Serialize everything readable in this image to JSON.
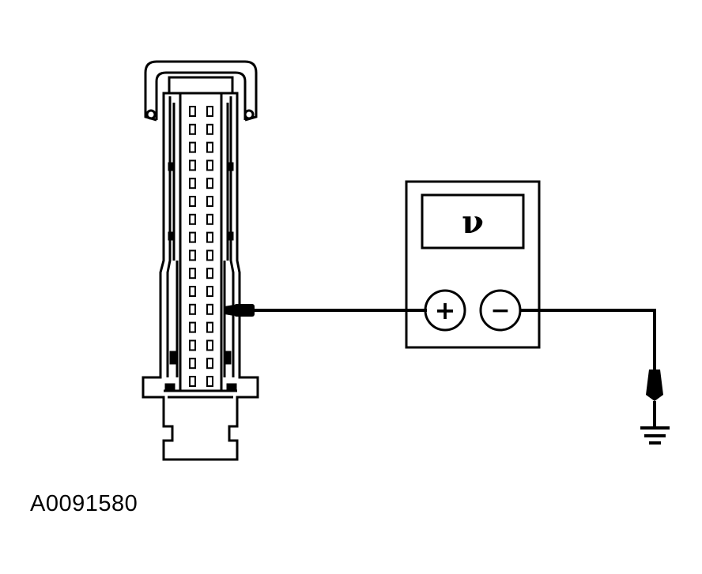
{
  "figure_id": "A0091580",
  "meter": {
    "display_symbol": "ν",
    "positive_terminal": "+",
    "negative_terminal": "−"
  },
  "connector": {
    "pin_rows": 16,
    "pin_columns": 2
  }
}
